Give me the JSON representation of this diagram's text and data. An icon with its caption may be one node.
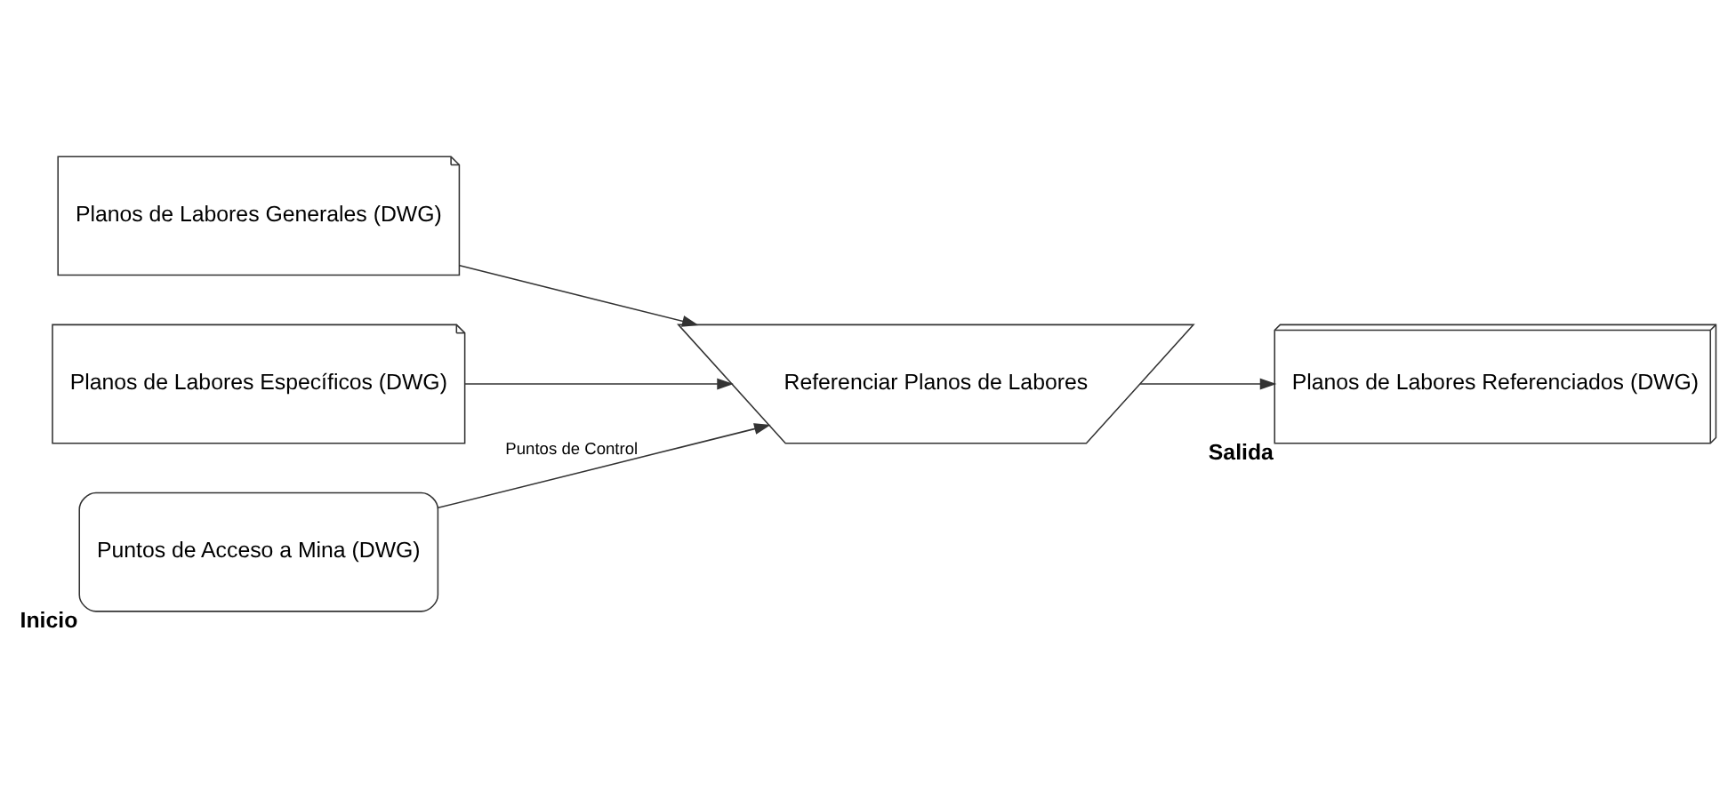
{
  "diagram": {
    "nodes": [
      {
        "text": [
          "Planos de Labores Generales (DWG)"
        ]
      },
      {
        "text": [
          "Planos de Labores Específicos (DWG)"
        ]
      },
      {
        "text": [
          "Puntos de Acceso a Mina (DWG)"
        ],
        "beside": [
          "Inicio"
        ]
      },
      {
        "text": [
          "Referenciar Planos de Labores"
        ]
      },
      {
        "text": [
          "Planos de Labores Referenciados (DWG)"
        ],
        "beside": [
          "Salida"
        ]
      }
    ],
    "edges": [
      {
        "from": 0,
        "to": 3,
        "arrow": "to"
      },
      {
        "from": 1,
        "to": 3,
        "arrow": "to"
      },
      {
        "from": 2,
        "to": 3,
        "label": "Puntos de Control",
        "arrow": "to"
      },
      {
        "from": 3,
        "to": 4,
        "arrow": "to"
      }
    ]
  }
}
